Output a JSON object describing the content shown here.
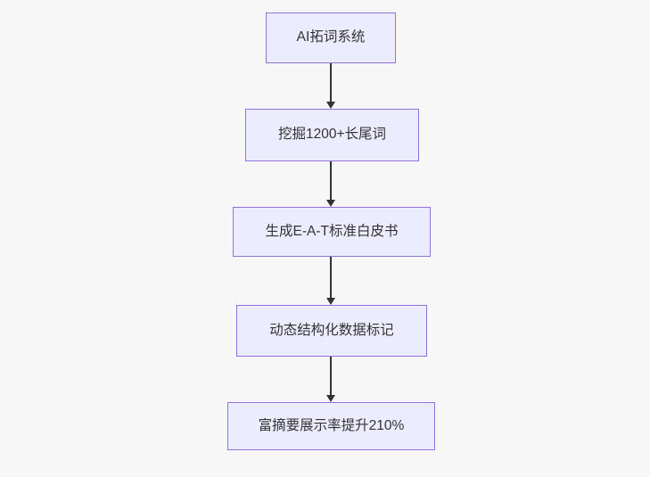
{
  "page": {
    "background_color": "#f7f7f7"
  },
  "flowchart": {
    "type": "top-down-flowchart",
    "node_fill_color": "#ECECFF",
    "node_border_color": "#9370DB",
    "arrow_color": "#333333",
    "text_color": "#333333",
    "nodes": [
      {
        "id": "step-1",
        "label": "AI拓词系统"
      },
      {
        "id": "step-2",
        "label": "挖掘1200+长尾词"
      },
      {
        "id": "step-3",
        "label": "生成E-A-T标准白皮书"
      },
      {
        "id": "step-4",
        "label": "动态结构化数据标记"
      },
      {
        "id": "step-5",
        "label": "富摘要展示率提升210%"
      }
    ],
    "edges": [
      {
        "from": "step-1",
        "to": "step-2"
      },
      {
        "from": "step-2",
        "to": "step-3"
      },
      {
        "from": "step-3",
        "to": "step-4"
      },
      {
        "from": "step-4",
        "to": "step-5"
      }
    ]
  }
}
